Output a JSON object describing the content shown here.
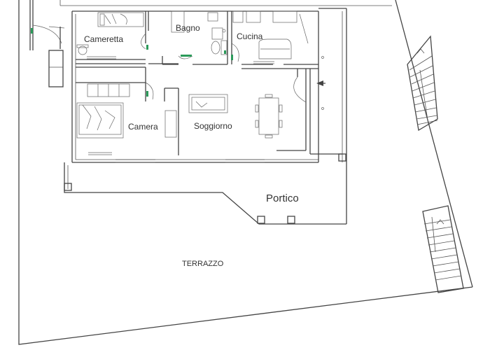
{
  "rooms": {
    "cameretta": "Cameretta",
    "bagno": "Bagno",
    "cucina": "Cucina",
    "camera": "Camera",
    "soggiorno": "Soggiorno",
    "portico": "Portico",
    "terrazzo": "TERRAZZO"
  },
  "colors": {
    "walls": "#444444",
    "door_markers": "#2b9a5a",
    "background": "#ffffff"
  }
}
